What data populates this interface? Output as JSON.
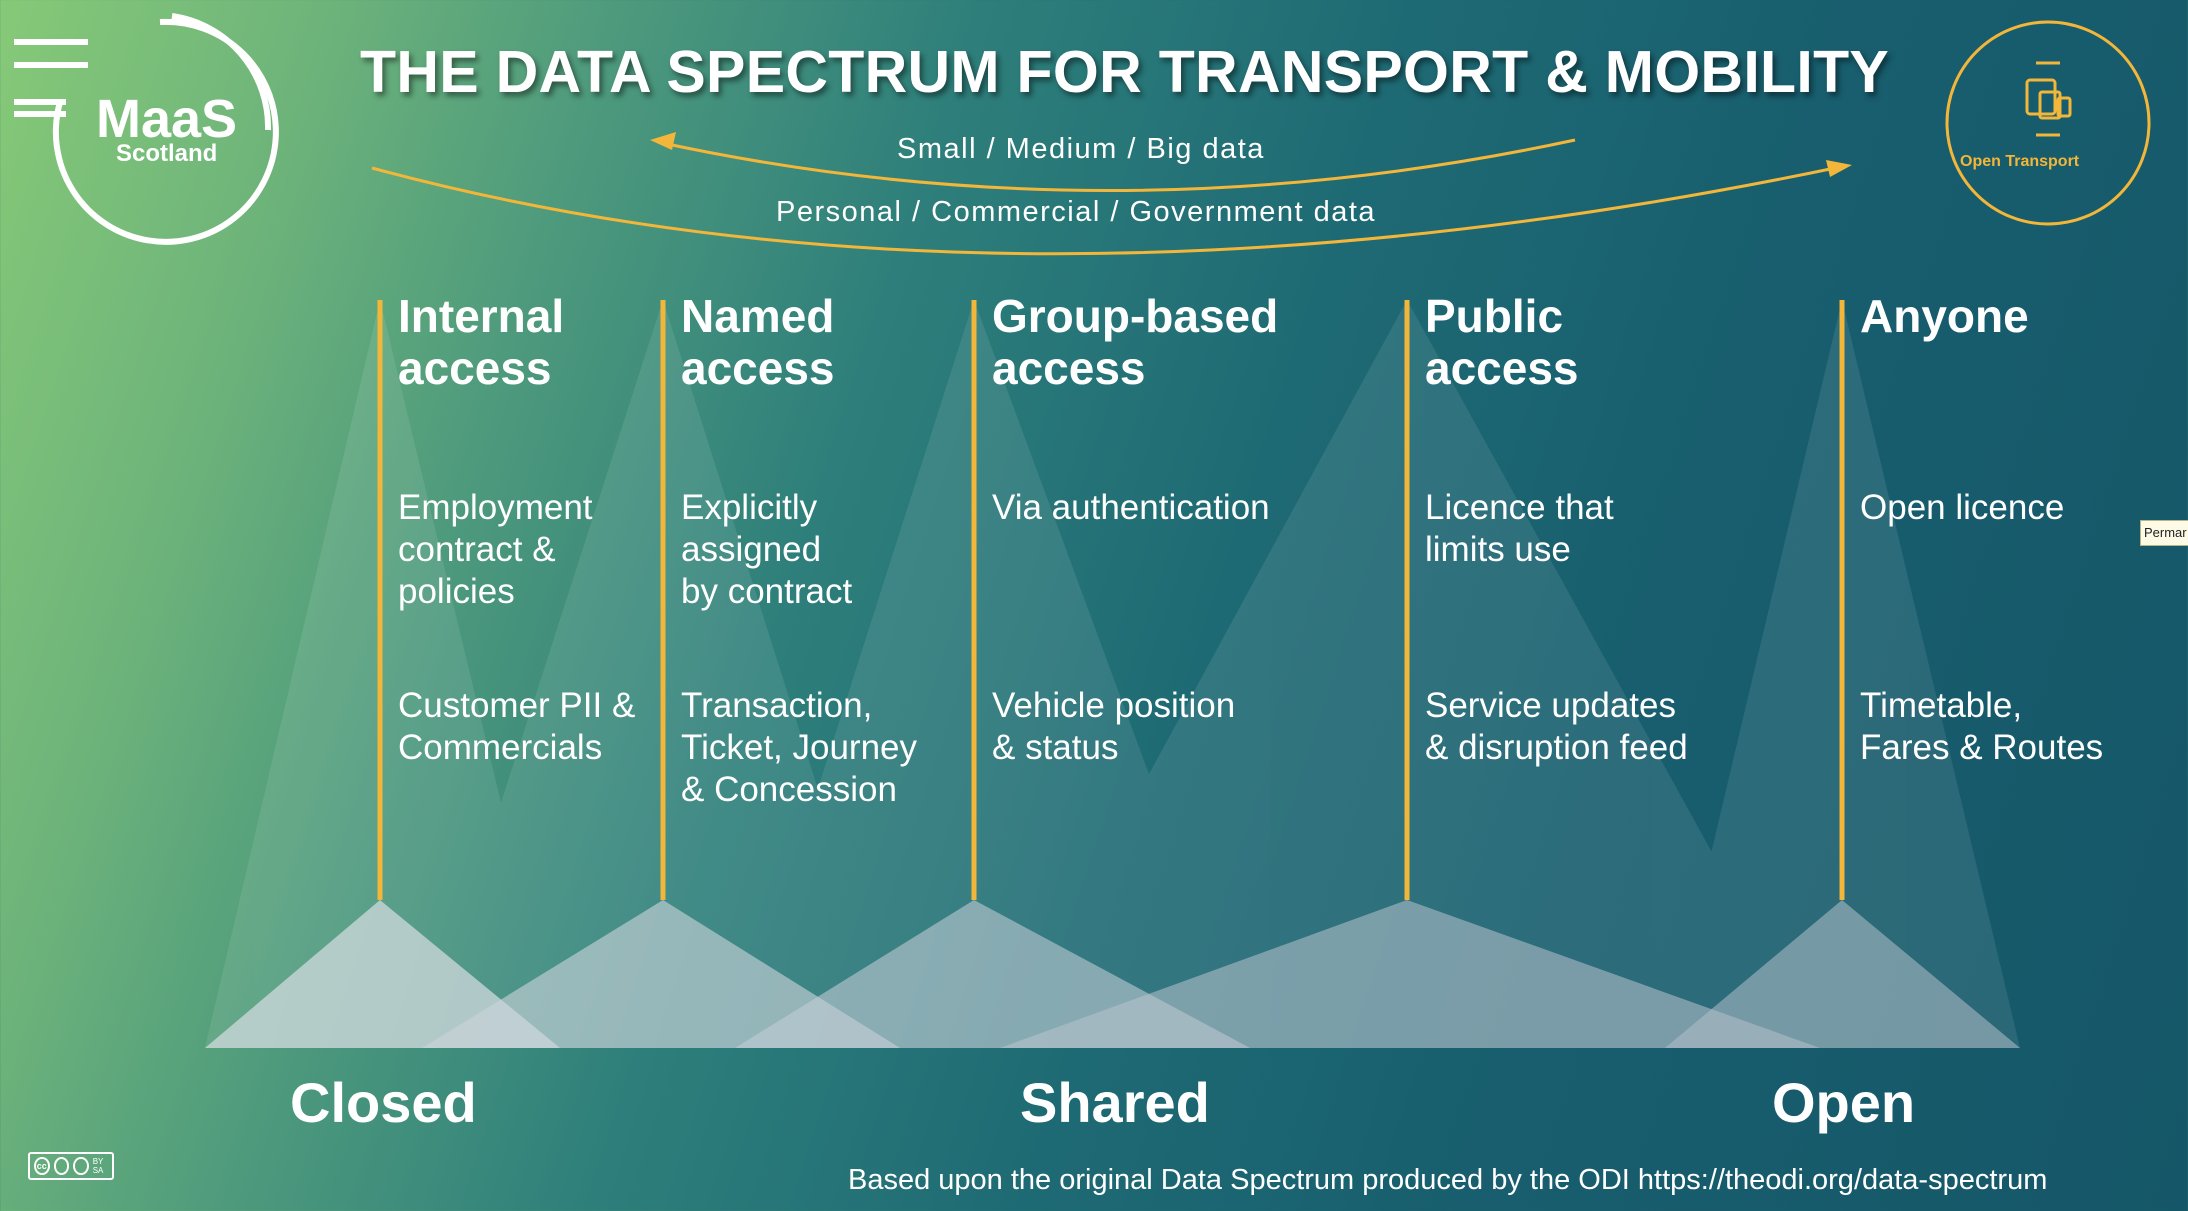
{
  "title": "THE DATA SPECTRUM FOR TRANSPORT & MOBILITY",
  "arcs": {
    "top": "Small  /  Medium  /  Big data",
    "bottom": "Personal  /  Commercial  /  Government data"
  },
  "logo": {
    "main": "MaaS",
    "sub": "Scotland"
  },
  "open_transport": {
    "label": "Open Transport"
  },
  "columns": [
    {
      "heading": "Internal\naccess",
      "description": "Employment\ncontract &\npolicies",
      "example": "Customer PII &\nCommercials"
    },
    {
      "heading": "Named\naccess",
      "description": "Explicitly\nassigned\nby contract",
      "example": "Transaction,\nTicket, Journey\n& Concession"
    },
    {
      "heading": "Group-based\naccess",
      "description": "Via authentication",
      "example": "Vehicle position\n& status"
    },
    {
      "heading": "Public\naccess",
      "description": "Licence that\nlimits use",
      "example": "Service updates\n& disruption feed"
    },
    {
      "heading": "Anyone",
      "description": "Open licence",
      "example": "Timetable,\nFares & Routes"
    }
  ],
  "scale": {
    "left": "Closed",
    "middle": "Shared",
    "right": "Open"
  },
  "footer": "Based upon the original Data Spectrum produced by the ODI https://theodi.org/data-spectrum",
  "license": {
    "badge": "cc",
    "terms": "BY SA"
  },
  "tooltip": "Permar",
  "colors": {
    "accent": "#f2b63a",
    "text": "#ffffff"
  }
}
